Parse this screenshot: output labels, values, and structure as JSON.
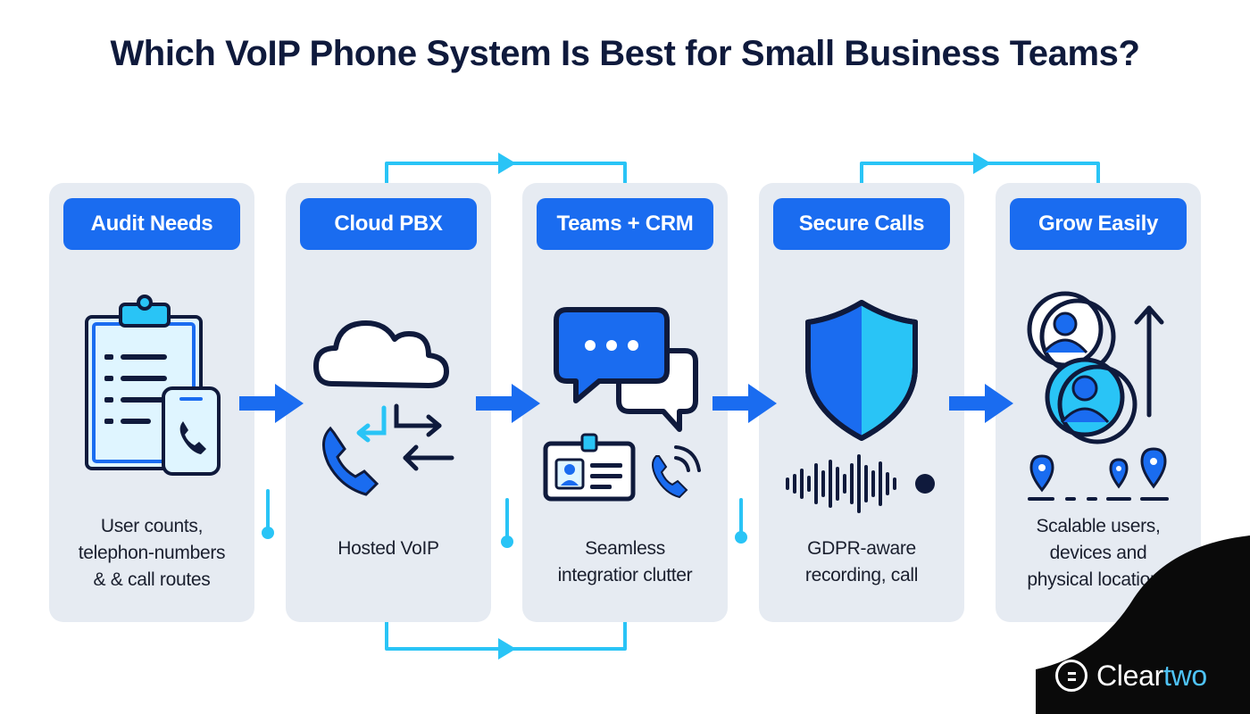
{
  "title": "Which VoIP Phone System Is Best for Small Business Teams?",
  "steps": [
    {
      "label": "Audit Needs",
      "icon": "clipboard-phone-icon",
      "desc": [
        "User counts,",
        "telephon-numbers",
        "& & call routes"
      ]
    },
    {
      "label": "Cloud PBX",
      "icon": "cloud-phone-icon",
      "desc": [
        "Hosted VoIP"
      ]
    },
    {
      "label": "Teams + CRM",
      "icon": "chat-contact-icon",
      "desc": [
        "Seamless",
        "integratior clutter"
      ]
    },
    {
      "label": "Secure Calls",
      "icon": "shield-waveform-icon",
      "desc": [
        "GDPR-aware",
        "recording, call"
      ]
    },
    {
      "label": "Grow Easily",
      "icon": "users-growth-icon",
      "desc": [
        "Scalable users,",
        "devices and",
        "physical locations"
      ]
    }
  ],
  "brand": {
    "name_part1": "Clear",
    "name_part2": "two"
  },
  "colors": {
    "accent": "#1a6cf0",
    "accent_light": "#29c4f6",
    "card_bg": "#e6ebf2",
    "ink": "#0f1a3c",
    "brand_bg": "#0a0a0a"
  }
}
